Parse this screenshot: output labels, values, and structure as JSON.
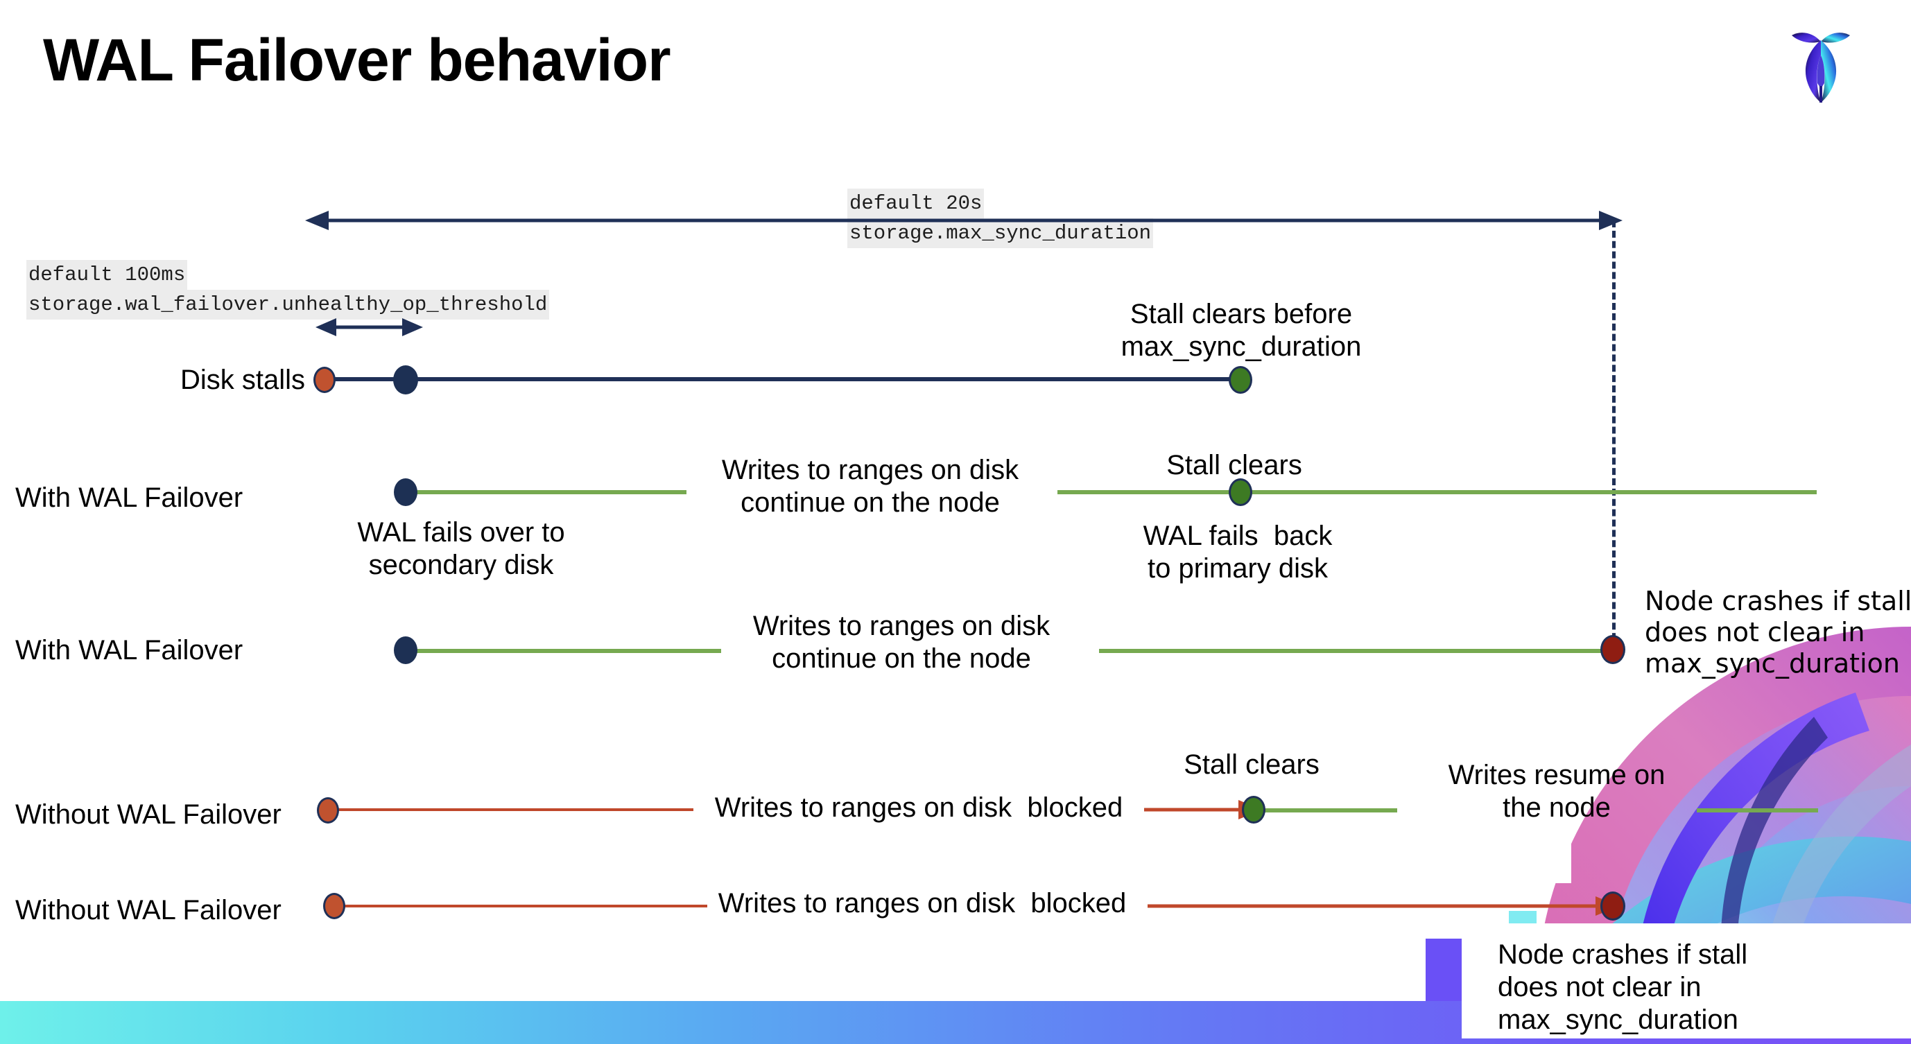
{
  "slide": {
    "title": "WAL Failover behavior",
    "logo_name": "cockroachdb-logo"
  },
  "callouts": {
    "unhealthy_op_threshold": {
      "default_line": "default 100ms",
      "setting_line": "storage.wal_failover.unhealthy_op_threshold"
    },
    "max_sync_duration": {
      "default_line": "default 20s",
      "setting_line": "storage.max_sync_duration"
    }
  },
  "rows": {
    "disk_stalls": {
      "label": "Disk stalls",
      "stall_clears_note": "Stall clears before\nmax_sync_duration"
    },
    "with_failover_1": {
      "label": "With WAL Failover",
      "failover_note": "WAL fails over to\nsecondary disk",
      "writes_note": "Writes to ranges on disk\ncontinue on the node",
      "stall_clears": "Stall clears",
      "failback_note": "WAL fails  back\nto primary disk"
    },
    "with_failover_2": {
      "label": "With WAL Failover",
      "writes_note": "Writes to ranges on disk\ncontinue on the node",
      "crash_note": "Node crashes if stall\ndoes not clear in\nmax_sync_duration"
    },
    "without_failover_1": {
      "label": "Without WAL Failover",
      "blocked_note": "Writes to ranges on disk  blocked",
      "stall_clears": "Stall clears",
      "resume_note": "Writes resume on\nthe node"
    },
    "without_failover_2": {
      "label": "Without WAL Failover",
      "blocked_note": "Writes to ranges on disk  blocked",
      "crash_note": "Node crashes if stall\ndoes not clear in\nmax_sync_duration"
    }
  },
  "colors": {
    "navy": "#1f3057",
    "green": "#76a950",
    "orange": "#c0482b",
    "dark_red": "#8f1d12",
    "marker_green": "#3d7a23",
    "marker_orange": "#c0522f",
    "code_bg": "#ececec"
  }
}
